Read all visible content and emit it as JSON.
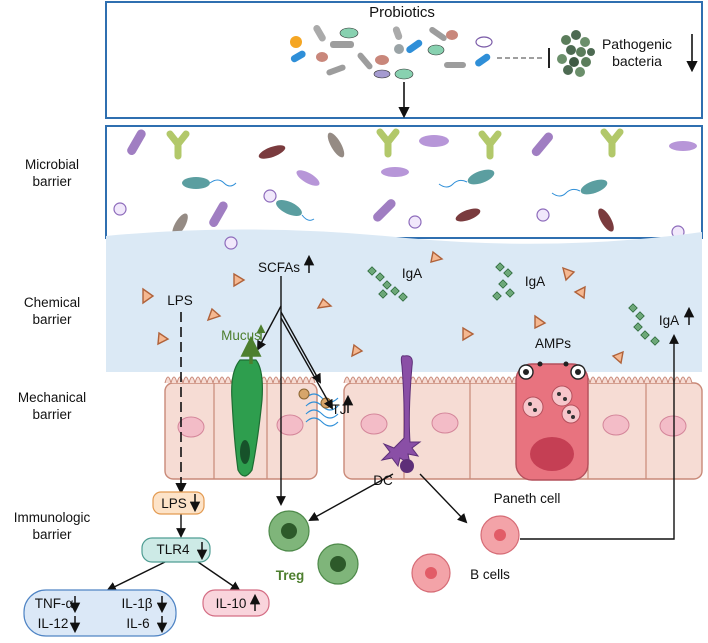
{
  "probiotics": {
    "title": "Probiotics",
    "pathogenic_label": "Pathogenic\nbacteria"
  },
  "barriers": {
    "microbial": "Microbial\nbarrier",
    "chemical": "Chemical\nbarrier",
    "mechanical": "Mechanical\nbarrier",
    "immunologic": "Immunologic\nbarrier"
  },
  "chemical": {
    "scfas": "SCFAs",
    "lps": "LPS",
    "mucus": "Mucus",
    "iga_1": "IgA",
    "iga_2": "IgA",
    "iga_3": "IgA",
    "amps": "AMPs"
  },
  "mechanical": {
    "tj": "TJ",
    "dc": "DC",
    "paneth": "Paneth cell"
  },
  "immune": {
    "lps_box": "LPS",
    "tlr4_box": "TLR4",
    "tnf": "TNF-α",
    "il1b": "IL-1β",
    "il12": "IL-12",
    "il6": "IL-6",
    "il10": "IL-10",
    "treg": "Treg",
    "bcells": "B cells"
  },
  "colors": {
    "frame": "#2f6fb0",
    "chemical_bg": "#dbe9f5",
    "epithelium": "#f6dcd4",
    "goblet": "#2e9e4e",
    "dc": "#8a4fa6",
    "paneth": "#e8737f",
    "treg": "#6fae6a",
    "bcell": "#f3a3a8",
    "lps_box": "#fde3c8",
    "tlr4_box": "#cdeae6",
    "cytokine_box": "#dbe8f7",
    "il10_box": "#f9d4dc"
  }
}
